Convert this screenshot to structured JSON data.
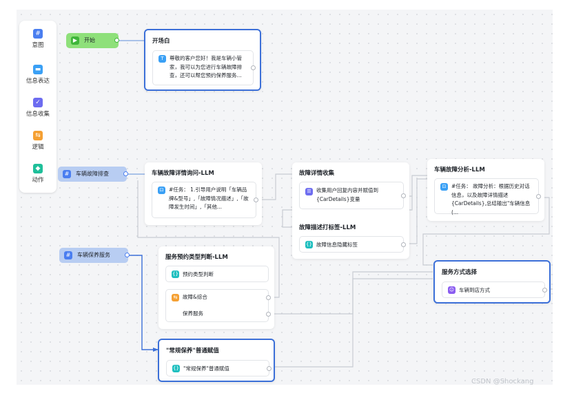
{
  "palette": {
    "accent": "#3b6fd8",
    "start_green": "#8ee07a",
    "trigger_blue": "#b8cdf2",
    "wire": "#8fb0e4"
  },
  "sidebar": {
    "items": [
      {
        "label": "意图",
        "icon": "hash-icon",
        "glyph": "#",
        "color": "#4a7ef0"
      },
      {
        "label": "信息表达",
        "icon": "message-icon",
        "glyph": "▬",
        "color": "#3aa0f5"
      },
      {
        "label": "信息收集",
        "icon": "collect-icon",
        "glyph": "✓",
        "color": "#6d6cf0"
      },
      {
        "label": "逻辑",
        "icon": "logic-icon",
        "glyph": "⇆",
        "color": "#f5a033"
      },
      {
        "label": "动作",
        "icon": "action-icon",
        "glyph": "◆",
        "color": "#1fbf9a"
      }
    ]
  },
  "triggers": {
    "start": {
      "label": "开始"
    },
    "fault": {
      "label": "车辆故障排查"
    },
    "maintain": {
      "label": "车辆保养服务"
    }
  },
  "nodes": {
    "opening": {
      "title": "开场白",
      "text": "尊敬的客户您好！我是车辆小管家，我可以为您进行车辆故障排查，还可以帮您预约保养服务..."
    },
    "fault_inquiry": {
      "title": "车辆故障详情询问-LLM",
      "text": "#任务： 1.引导用户说明「车辆品牌&型号」,「故障情况描述」,「故障发生时间」,「其他..."
    },
    "fault_collect": {
      "title": "故障详情收集",
      "text": "收集用户回复内容并赋值到{CarDetails}变量"
    },
    "fault_tag": {
      "title": "故障描述打标签-LLM",
      "text": "故障信息隐藏标签"
    },
    "fault_analysis": {
      "title": "车辆故障分析-LLM",
      "text": "#任务： 故障分析：根据历史对话信息，以及故障详情描述{CarDetails},总结输出\"车辆信息(..."
    },
    "service_judge": {
      "title": "服务预约类型判断-LLM",
      "rows": [
        {
          "text": "预约类型判断"
        },
        {
          "text": "故障&综合"
        },
        {
          "text": "保养服务"
        }
      ]
    },
    "service_mode": {
      "title": "服务方式选择",
      "text": "车辆到店方式"
    },
    "assign": {
      "title": "\"常规保养\"普通赋值",
      "text": "\"常规保养\"普通赋值"
    }
  },
  "watermark": "CSDN @Shockang"
}
